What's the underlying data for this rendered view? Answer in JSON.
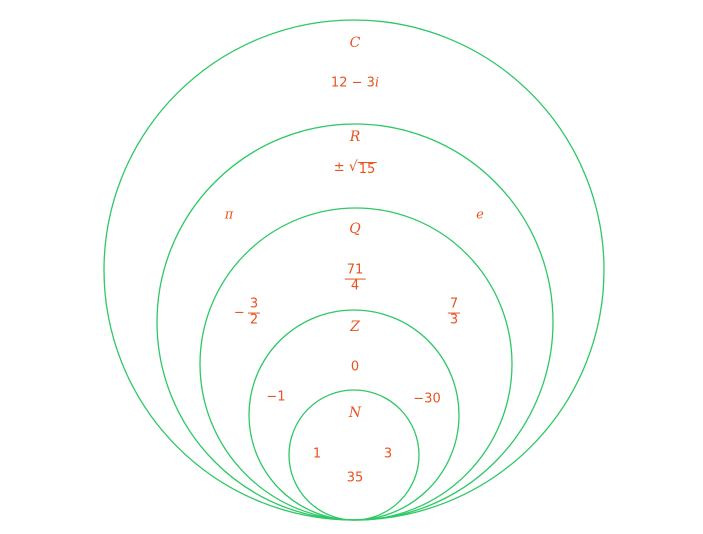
{
  "colors": {
    "circle": "#2ec866",
    "text": "#e8531f"
  },
  "sets": {
    "complex": "C",
    "real": "R",
    "rational": "Q",
    "integer": "Z",
    "natural": "N"
  },
  "elements": {
    "complex_number": "12 − 3",
    "imaginary_unit": "i",
    "plus_minus": "±",
    "sqrt_radicand": "15",
    "pi": "π",
    "e": "e",
    "frac_71_4": {
      "num": "71",
      "den": "4"
    },
    "neg_sign": "−",
    "frac_3_2": {
      "num": "3",
      "den": "2"
    },
    "frac_7_3": {
      "num": "7",
      "den": "3"
    },
    "zero": "0",
    "neg_one": "−1",
    "neg_thirty": "−30",
    "one": "1",
    "three": "3",
    "thirty_five": "35"
  }
}
